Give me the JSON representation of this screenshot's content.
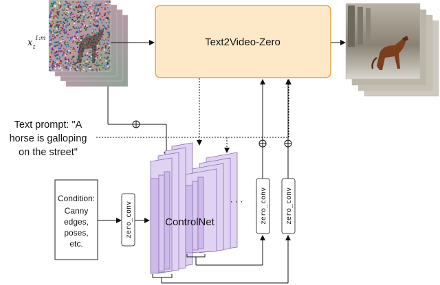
{
  "latent_label": "x",
  "latent_sub": "t",
  "latent_sup": "1:m",
  "main_block_label": "Text2Video-Zero",
  "text_prompt": {
    "line1": "Text prompt: \"A",
    "line2": "horse is galloping",
    "line3": "on the street\""
  },
  "condition": {
    "line1": "Condition:",
    "line2": "Canny",
    "line3": "edges,",
    "line4": "poses,",
    "line5": "etc."
  },
  "zero_conv_label": "zero_conv",
  "controlnet_label": "ControlNet",
  "ellipsis": "· · ·",
  "add_symbol": "⊕",
  "colors": {
    "main_block_fill": "#fde9c8",
    "main_block_stroke": "#e8a33d",
    "controlnet_fill": "#e0d2f2",
    "controlnet_stroke": "#8a72b4",
    "line": "#111111"
  }
}
